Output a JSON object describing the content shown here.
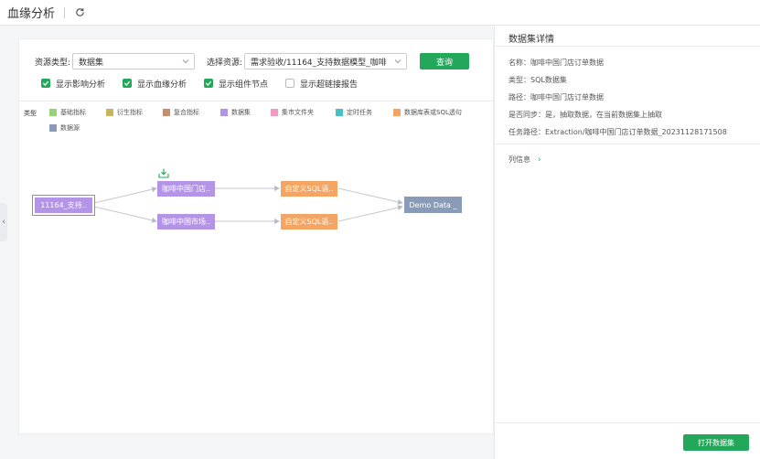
{
  "app": {
    "title": "血缘分析"
  },
  "form": {
    "resource_type_label": "资源类型:",
    "resource_type_value": "数据集",
    "select_resource_label": "选择资源:",
    "select_resource_value": "需求验收/11164_支持数据模型_咖啡",
    "query_button": "查询"
  },
  "options": [
    {
      "label": "显示影响分析",
      "checked": true
    },
    {
      "label": "显示血缘分析",
      "checked": true
    },
    {
      "label": "显示组件节点",
      "checked": true
    },
    {
      "label": "显示超链接报告",
      "checked": false
    }
  ],
  "legend": {
    "title": "类型",
    "items": [
      {
        "label": "基础指标",
        "color": "#95d27a"
      },
      {
        "label": "衍生指标",
        "color": "#c8b560"
      },
      {
        "label": "复合指标",
        "color": "#c48f6c"
      },
      {
        "label": "数据集",
        "color": "#b494e6"
      },
      {
        "label": "集市文件夹",
        "color": "#f29ac0"
      },
      {
        "label": "定时任务",
        "color": "#46c1bf"
      },
      {
        "label": "数据库表或SQL透句",
        "color": "#f4a463"
      },
      {
        "label": "数据源",
        "color": "#8a9bb8"
      }
    ]
  },
  "graph": {
    "nodes": [
      {
        "label": "11164_支持..",
        "color": "#b494e6"
      },
      {
        "label": "咖啡中国门店..",
        "color": "#b494e6"
      },
      {
        "label": "咖啡中国市场..",
        "color": "#b494e6"
      },
      {
        "label": "自定义SQL语..",
        "color": "#f4a463"
      },
      {
        "label": "自定义SQL语..",
        "color": "#f4a463"
      },
      {
        "label": "Demo Data _",
        "color": "#8a9bb8"
      }
    ]
  },
  "details": {
    "title": "数据集详情",
    "name": "名称：咖啡中国门店订单数据",
    "type": "类型：SQL数据集",
    "path": "路径：咖啡中国门店订单数据",
    "sync": "是否同步：是，抽取数据，在当前数据集上抽取",
    "task_path": "任务路径：Extraction/咖啡中国门店订单数据_20231128171508",
    "column_info": "列信息",
    "open_button": "打开数据集"
  },
  "colors": {
    "accent": "#23a85b"
  }
}
